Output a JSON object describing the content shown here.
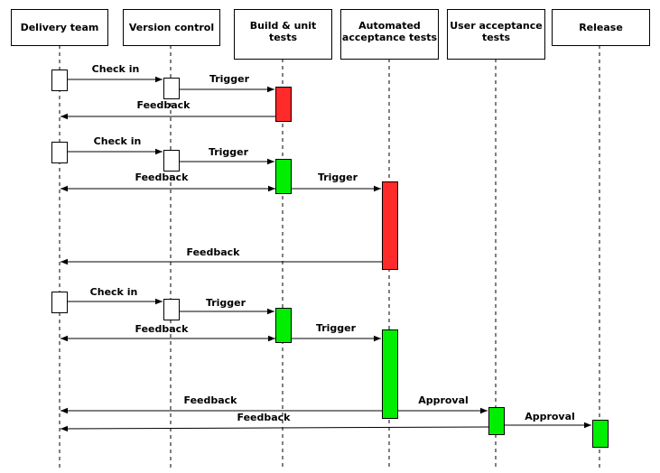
{
  "participants": [
    {
      "id": "dev",
      "label_lines": [
        "Delivery team"
      ]
    },
    {
      "id": "vcs",
      "label_lines": [
        "Version control"
      ]
    },
    {
      "id": "build",
      "label_lines": [
        "Build & unit",
        "tests"
      ]
    },
    {
      "id": "aat",
      "label_lines": [
        "Automated",
        "acceptance tests"
      ]
    },
    {
      "id": "uat",
      "label_lines": [
        "User acceptance",
        "tests"
      ]
    },
    {
      "id": "rel",
      "label_lines": [
        "Release"
      ]
    }
  ],
  "colors": {
    "success": "#00ee00",
    "failure": "#ff2a2a",
    "neutral": "#ffffff",
    "line": "#000000"
  },
  "sequence": {
    "runs": [
      {
        "activations": [
          {
            "participant": "dev",
            "status": "neutral"
          },
          {
            "participant": "vcs",
            "status": "neutral"
          },
          {
            "participant": "build",
            "status": "failure"
          }
        ],
        "messages": [
          {
            "from": "dev",
            "to": "vcs",
            "label": "Check in"
          },
          {
            "from": "vcs",
            "to": "build",
            "label": "Trigger"
          },
          {
            "from": "build",
            "to": "dev",
            "label": "Feedback"
          }
        ]
      },
      {
        "activations": [
          {
            "participant": "dev",
            "status": "neutral"
          },
          {
            "participant": "vcs",
            "status": "neutral"
          },
          {
            "participant": "build",
            "status": "success"
          },
          {
            "participant": "aat",
            "status": "failure"
          }
        ],
        "messages": [
          {
            "from": "dev",
            "to": "vcs",
            "label": "Check in"
          },
          {
            "from": "vcs",
            "to": "build",
            "label": "Trigger"
          },
          {
            "from": "build",
            "to": "dev",
            "label": "Feedback"
          },
          {
            "from": "build",
            "to": "aat",
            "label": "Trigger"
          },
          {
            "from": "aat",
            "to": "dev",
            "label": "Feedback"
          }
        ]
      },
      {
        "activations": [
          {
            "participant": "dev",
            "status": "neutral"
          },
          {
            "participant": "vcs",
            "status": "neutral"
          },
          {
            "participant": "build",
            "status": "success"
          },
          {
            "participant": "aat",
            "status": "success"
          },
          {
            "participant": "uat",
            "status": "success"
          },
          {
            "participant": "rel",
            "status": "success"
          }
        ],
        "messages": [
          {
            "from": "dev",
            "to": "vcs",
            "label": "Check in"
          },
          {
            "from": "vcs",
            "to": "build",
            "label": "Trigger"
          },
          {
            "from": "build",
            "to": "dev",
            "label": "Feedback"
          },
          {
            "from": "build",
            "to": "aat",
            "label": "Trigger"
          },
          {
            "from": "aat",
            "to": "dev",
            "label": "Feedback"
          },
          {
            "from": "aat",
            "to": "uat",
            "label": "Approval"
          },
          {
            "from": "uat",
            "to": "dev",
            "label": "Feedback"
          },
          {
            "from": "uat",
            "to": "rel",
            "label": "Approval"
          }
        ]
      }
    ]
  }
}
